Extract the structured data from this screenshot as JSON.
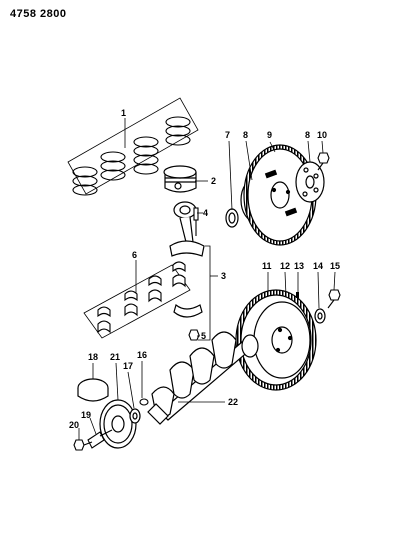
{
  "diagram": {
    "doc_code": "4758  2800",
    "callouts": {
      "c1": "1",
      "c2": "2",
      "c3": "3",
      "c4": "4",
      "c5": "5",
      "c6": "6",
      "c7": "7",
      "c8a": "8",
      "c8b": "8",
      "c9": "9",
      "c10": "10",
      "c11": "11",
      "c12": "12",
      "c13": "13",
      "c14": "14",
      "c15": "15",
      "c16": "16",
      "c17": "17",
      "c18": "18",
      "c19": "19",
      "c20": "20",
      "c21": "21",
      "c22": "22"
    }
  }
}
